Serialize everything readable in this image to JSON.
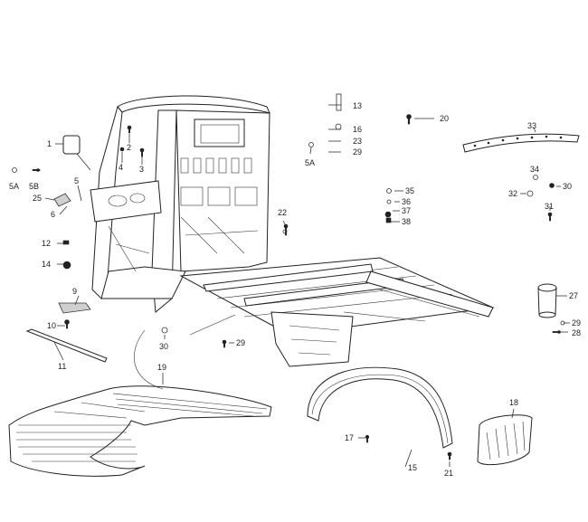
{
  "labels": {
    "l1": "1",
    "l2": "2",
    "l3": "3",
    "l4": "4",
    "l5": "5",
    "l5a_left": "5A",
    "l5b": "5B",
    "l5a_right": "5A",
    "l6": "6",
    "l9": "9",
    "l10": "10",
    "l11": "11",
    "l12": "12",
    "l13": "13",
    "l14": "14",
    "l15": "15",
    "l16": "16",
    "l17": "17",
    "l18": "18",
    "l19": "19",
    "l20": "20",
    "l21": "21",
    "l22": "22",
    "l23": "23",
    "l25": "25",
    "l27": "27",
    "l28": "28",
    "l29_top": "29",
    "l29_mid": "29",
    "l29_right": "29",
    "l30_mid": "30",
    "l30_right": "30",
    "l31": "31",
    "l32": "32",
    "l33": "33",
    "l34": "34",
    "l35": "35",
    "l36": "36",
    "l37": "37",
    "l38": "38"
  }
}
